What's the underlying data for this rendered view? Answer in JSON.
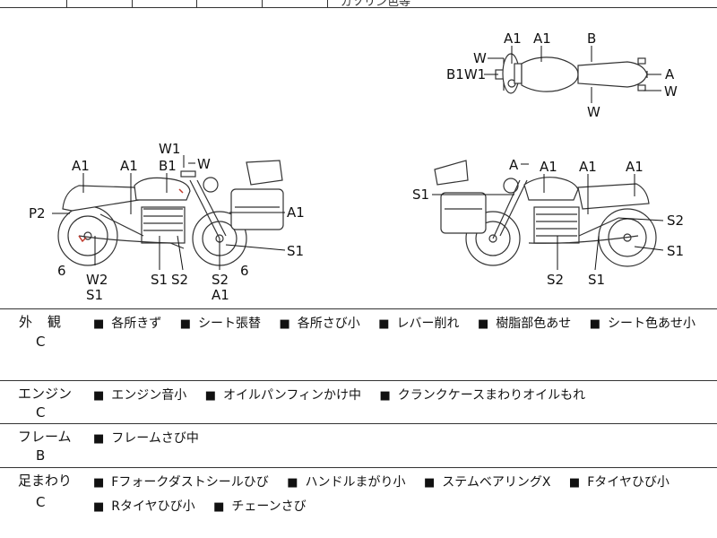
{
  "header_fragment": "ガソリン色等",
  "diagram": {
    "top_view": {
      "labels": [
        "A1",
        "A1",
        "B",
        "W",
        "B1W1",
        "A",
        "W",
        "W"
      ]
    },
    "left_view": {
      "labels": [
        "W1",
        "B1",
        "W",
        "A1",
        "A1",
        "P2",
        "A1",
        "6",
        "W2",
        "S1",
        "S1",
        "S2",
        "S2",
        "A1",
        "6",
        "S1"
      ]
    },
    "right_view": {
      "labels": [
        "A",
        "A1",
        "A1",
        "A1",
        "S1",
        "S2",
        "S1",
        "S2",
        "S1"
      ]
    }
  },
  "sections": [
    {
      "category": "外　観",
      "grade": "C",
      "items": [
        "各所きず",
        "シート張替",
        "各所さび小",
        "レバー削れ",
        "樹脂部色あせ",
        "シート色あせ小"
      ]
    },
    {
      "category": "エンジン",
      "grade": "C",
      "items": [
        "エンジン音小",
        "オイルパンフィンかけ中",
        "クランクケースまわりオイルもれ"
      ]
    },
    {
      "category": "フレーム",
      "grade": "B",
      "items": [
        "フレームさび中"
      ]
    },
    {
      "category": "足まわり",
      "grade": "C",
      "items": [
        "Fフォークダストシールひび",
        "ハンドルまがり小",
        "ステムベアリングX",
        "Fタイヤひび小",
        "Rタイヤひび小",
        "チェーンさび"
      ]
    }
  ]
}
